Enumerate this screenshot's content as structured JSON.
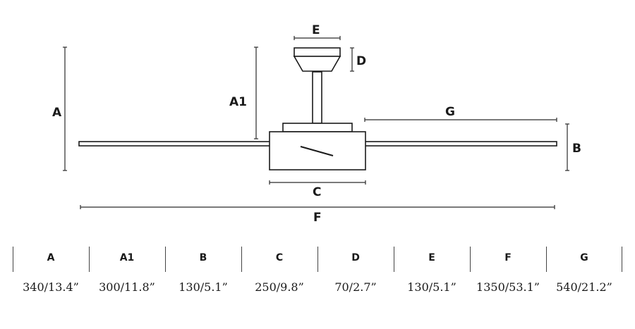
{
  "labels": {
    "A": "A",
    "A1": "A1",
    "B": "B",
    "C": "C",
    "D": "D",
    "E": "E",
    "F": "F",
    "G": "G"
  },
  "table": {
    "columns": [
      {
        "key": "A",
        "header": "A",
        "value": "340/13.4”"
      },
      {
        "key": "A1",
        "header": "A1",
        "value": "300/11.8”"
      },
      {
        "key": "B",
        "header": "B",
        "value": "130/5.1”"
      },
      {
        "key": "C",
        "header": "C",
        "value": "250/9.8”"
      },
      {
        "key": "D",
        "header": "D",
        "value": "70/2.7”"
      },
      {
        "key": "E",
        "header": "E",
        "value": "130/5.1”"
      },
      {
        "key": "F",
        "header": "F",
        "value": "1350/53.1”"
      },
      {
        "key": "G",
        "header": "G",
        "value": "540/21.2”"
      }
    ]
  }
}
